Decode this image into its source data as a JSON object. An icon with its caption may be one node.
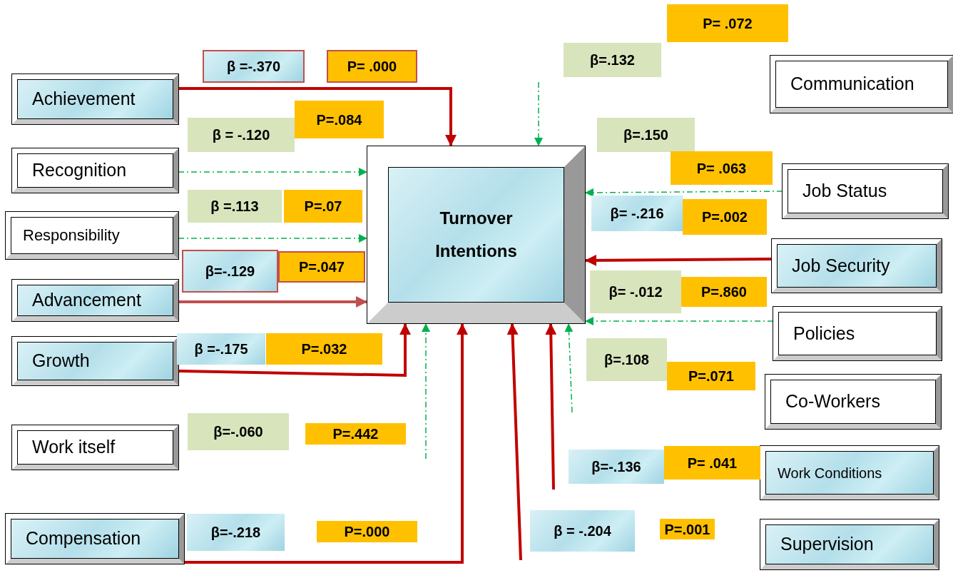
{
  "diagram": {
    "nodes": [
      {
        "text": [
          "Achievement"
        ]
      },
      {
        "text": [
          "Recognition"
        ]
      },
      {
        "text": [
          "Responsibility"
        ]
      },
      {
        "text": [
          "Advancement"
        ]
      },
      {
        "text": [
          "Growth"
        ]
      },
      {
        "text": [
          "Work itself"
        ]
      },
      {
        "text": [
          "Compensation"
        ]
      },
      {
        "text": [
          "Turnover Intentions"
        ]
      },
      {
        "text": [
          "Communication"
        ]
      },
      {
        "text": [
          "Job Status"
        ]
      },
      {
        "text": [
          "Job Security"
        ]
      },
      {
        "text": [
          "Policies"
        ]
      },
      {
        "text": [
          "Co-Workers"
        ]
      },
      {
        "text": [
          "Work Conditions"
        ]
      },
      {
        "text": [
          "Supervision"
        ]
      },
      {
        "text": [
          "β =-.370"
        ]
      },
      {
        "text": [
          "P= .000"
        ]
      },
      {
        "text": [
          "β = -.120"
        ]
      },
      {
        "text": [
          "P=.084"
        ]
      },
      {
        "text": [
          "β =.113"
        ]
      },
      {
        "text": [
          "P=.07"
        ]
      },
      {
        "text": [
          "β=-.129"
        ]
      },
      {
        "text": [
          "P=.047"
        ]
      },
      {
        "text": [
          "β =-.175"
        ]
      },
      {
        "text": [
          "P=.032"
        ]
      },
      {
        "text": [
          "β=-.060"
        ]
      },
      {
        "text": [
          "P=.442"
        ]
      },
      {
        "text": [
          "β=-.218"
        ]
      },
      {
        "text": [
          "P=.000"
        ]
      },
      {
        "text": [
          "β=.132"
        ]
      },
      {
        "text": [
          "P= .072"
        ]
      },
      {
        "text": [
          "β=.150"
        ]
      },
      {
        "text": [
          "P= .063"
        ]
      },
      {
        "text": [
          "β= -.216"
        ]
      },
      {
        "text": [
          "P=.002"
        ]
      },
      {
        "text": [
          "β= -.012"
        ]
      },
      {
        "text": [
          "P=.860"
        ]
      },
      {
        "text": [
          "β=.108"
        ]
      },
      {
        "text": [
          "P=.071"
        ]
      },
      {
        "text": [
          "β=-.136"
        ]
      },
      {
        "text": [
          "P= .041"
        ]
      },
      {
        "text": [
          "β = -.204"
        ]
      },
      {
        "text": [
          "P=.001"
        ]
      }
    ],
    "edges": [
      {
        "from": 0,
        "to": 7,
        "arrow": "to",
        "style": "thick",
        "color": "#c00000"
      },
      {
        "from": 1,
        "to": 7,
        "arrow": "to",
        "style": "dashed",
        "color": "#00b050"
      },
      {
        "from": 2,
        "to": 7,
        "arrow": "to",
        "style": "dashed",
        "color": "#00b050"
      },
      {
        "from": 3,
        "to": 7,
        "arrow": "to",
        "style": "thick",
        "color": "#c0504d"
      },
      {
        "from": 4,
        "to": 7,
        "arrow": "to",
        "style": "thick",
        "color": "#c00000"
      },
      {
        "from": null,
        "to": 7,
        "arrow": "to",
        "style": "dashed",
        "color": "#00b050"
      },
      {
        "from": 6,
        "to": 7,
        "arrow": "to",
        "style": "thick",
        "color": "#c00000"
      },
      {
        "from": null,
        "to": 7,
        "arrow": "to",
        "style": "dashed",
        "color": "#00b050"
      },
      {
        "from": 9,
        "to": 7,
        "arrow": "to",
        "style": "dashed",
        "color": "#00b050"
      },
      {
        "from": 10,
        "to": 7,
        "arrow": "to",
        "style": "thick",
        "color": "#c00000"
      },
      {
        "from": 11,
        "to": 7,
        "arrow": "to",
        "style": "dashed",
        "color": "#00b050"
      },
      {
        "from": null,
        "to": 7,
        "arrow": "to",
        "style": "dashed",
        "color": "#00b050"
      },
      {
        "from": null,
        "to": 7,
        "arrow": "to",
        "style": "thick",
        "color": "#c00000"
      },
      {
        "from": null,
        "to": 7,
        "arrow": "to",
        "style": "thick",
        "color": "#c00000"
      }
    ]
  }
}
